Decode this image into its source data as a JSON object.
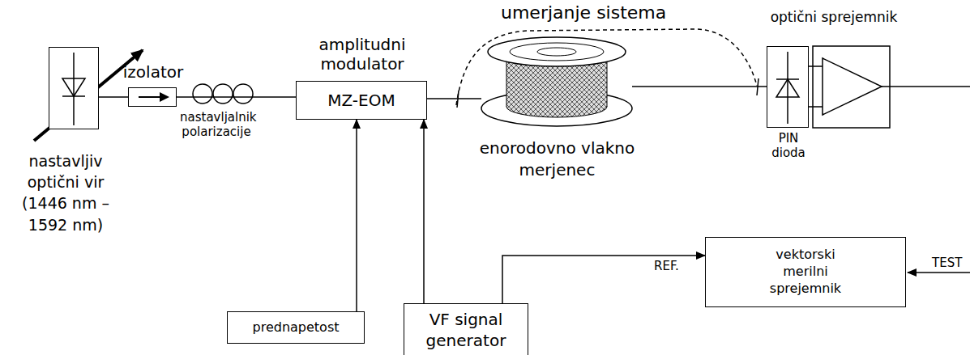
{
  "diagram": {
    "nodes": [
      {
        "text": [
          "nastavljiv optični vir (1446 nm – 1592 nm)"
        ]
      },
      {
        "text": [
          "izolator"
        ]
      },
      {
        "text": [
          "amplitudni modulator",
          "MZ-EOM"
        ]
      },
      {
        "text": [
          "enorodovno vlakno merjenec"
        ]
      },
      {
        "text": [
          "optični sprejemnik",
          "PIN dioda"
        ]
      },
      {
        "text": [
          "prednapetost"
        ]
      },
      {
        "text": [
          "VF signal generator"
        ]
      },
      {
        "text": [
          "vektorski merilni sprejemnik"
        ]
      }
    ],
    "edges": [
      {
        "from": 0,
        "to": 1,
        "arrow": "none"
      },
      {
        "from": 1,
        "to": 2,
        "arrow": "none"
      },
      {
        "from": 2,
        "to": 3,
        "arrow": "none"
      },
      {
        "from": 3,
        "to": 4,
        "arrow": "none"
      },
      {
        "from": 5,
        "to": 2,
        "arrow": "to"
      },
      {
        "from": 6,
        "to": 2,
        "arrow": "to"
      },
      {
        "from": 6,
        "to": 7,
        "label": "REF.",
        "arrow": "to"
      }
    ],
    "labels": [
      "umerjanje sistema",
      "nastavljalnik polarizacije",
      "TEST"
    ]
  }
}
